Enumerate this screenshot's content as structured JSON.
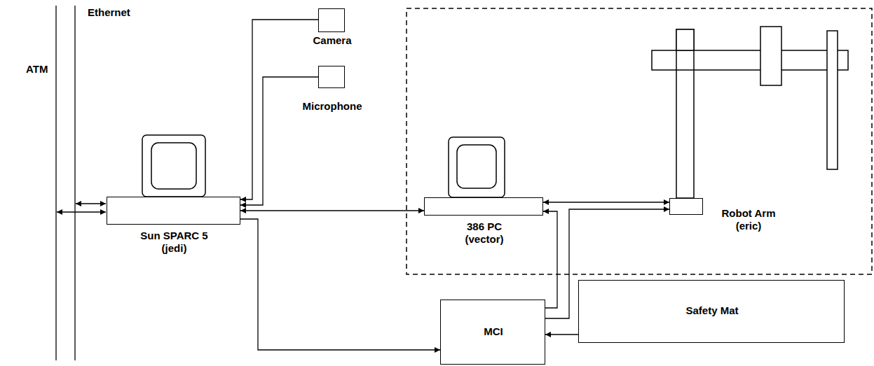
{
  "diagram": {
    "nodes": [
      {
        "text": [
          "Camera"
        ]
      },
      {
        "text": [
          "Microphone"
        ]
      },
      {
        "text": [
          "Sun SPARC 5 (jedi)"
        ]
      },
      {
        "text": [
          "386 PC (vector)"
        ]
      },
      {
        "text": [
          "Robot Arm (eric)"
        ]
      },
      {
        "text": [
          "MCI"
        ]
      },
      {
        "text": [
          "Safety Mat"
        ]
      }
    ],
    "edges": [
      {
        "from": 0,
        "to": 2,
        "arrow": "to"
      },
      {
        "from": 1,
        "to": 2,
        "arrow": "to"
      },
      {
        "from": 2,
        "to": 3,
        "arrow": "both"
      },
      {
        "from": 2,
        "to": 5,
        "arrow": "to"
      },
      {
        "from": 3,
        "to": 4,
        "arrow": "both"
      },
      {
        "from": 5,
        "to": 3,
        "arrow": "to"
      },
      {
        "from": 5,
        "to": 4,
        "arrow": "to"
      },
      {
        "from": 6,
        "to": 5,
        "arrow": "to"
      }
    ],
    "labels": [
      "ATM",
      "Ethernet"
    ]
  }
}
